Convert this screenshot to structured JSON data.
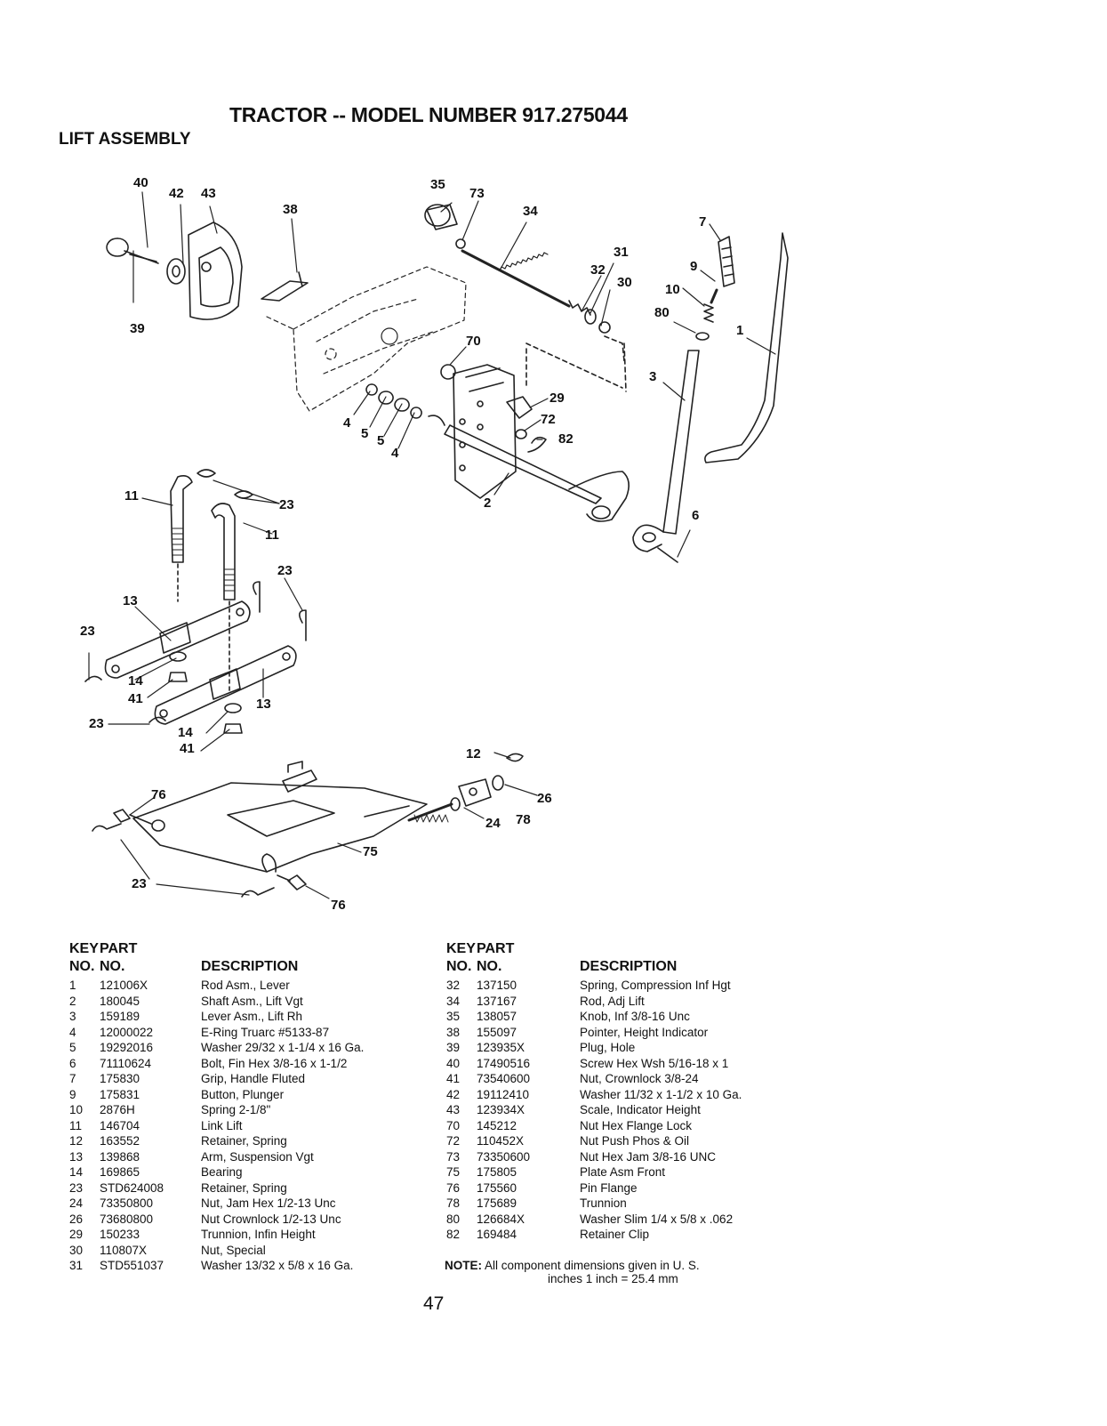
{
  "header": {
    "title": "TRACTOR -- MODEL NUMBER 917.275044",
    "section": "LIFT ASSEMBLY"
  },
  "callouts": {
    "c40": "40",
    "c42": "42",
    "c43": "43",
    "c38": "38",
    "c39": "39",
    "c35": "35",
    "c73": "73",
    "c34": "34",
    "c31": "31",
    "c32": "32",
    "c30": "30",
    "c7": "7",
    "c9": "9",
    "c10": "10",
    "c80": "80",
    "c1": "1",
    "c3": "3",
    "c70": "70",
    "c29": "29",
    "c72": "72",
    "c82": "82",
    "c4a": "4",
    "c5a": "5",
    "c5b": "5",
    "c4b": "4",
    "c2": "2",
    "c6": "6",
    "c11a": "11",
    "c23a": "23",
    "c11b": "11",
    "c23b": "23",
    "c13a": "13",
    "c23c": "23",
    "c14a": "14",
    "c41a": "41",
    "c13b": "13",
    "c23d": "23",
    "c14b": "14",
    "c41b": "41",
    "c12": "12",
    "c76a": "76",
    "c26": "26",
    "c24": "24",
    "c78": "78",
    "c75": "75",
    "c23e": "23",
    "c76b": "76"
  },
  "table": {
    "key_label": "KEY",
    "no_label": "NO.",
    "part_label": "PART",
    "desc_label": "DESCRIPTION",
    "left": [
      {
        "key": "1",
        "part": "121006X",
        "desc": "Rod Asm., Lever"
      },
      {
        "key": "2",
        "part": "180045",
        "desc": "Shaft Asm., Lift Vgt"
      },
      {
        "key": "3",
        "part": "159189",
        "desc": "Lever Asm., Lift Rh"
      },
      {
        "key": "4",
        "part": "12000022",
        "desc": "E-Ring Truarc #5133-87"
      },
      {
        "key": "5",
        "part": "19292016",
        "desc": "Washer 29/32 x 1-1/4 x 16 Ga."
      },
      {
        "key": "6",
        "part": "71110624",
        "desc": "Bolt, Fin Hex 3/8-16 x 1-1/2"
      },
      {
        "key": "7",
        "part": "175830",
        "desc": "Grip, Handle Fluted"
      },
      {
        "key": "9",
        "part": "175831",
        "desc": "Button, Plunger"
      },
      {
        "key": "10",
        "part": "2876H",
        "desc": "Spring 2-1/8\""
      },
      {
        "key": "11",
        "part": "146704",
        "desc": "Link Lift"
      },
      {
        "key": "12",
        "part": "163552",
        "desc": "Retainer, Spring"
      },
      {
        "key": "13",
        "part": "139868",
        "desc": "Arm, Suspension Vgt"
      },
      {
        "key": "14",
        "part": "169865",
        "desc": "Bearing"
      },
      {
        "key": "23",
        "part": "STD624008",
        "desc": "Retainer, Spring"
      },
      {
        "key": "24",
        "part": "73350800",
        "desc": "Nut, Jam Hex 1/2-13 Unc"
      },
      {
        "key": "26",
        "part": "73680800",
        "desc": "Nut Crownlock 1/2-13 Unc"
      },
      {
        "key": "29",
        "part": "150233",
        "desc": "Trunnion, Infin Height"
      },
      {
        "key": "30",
        "part": "110807X",
        "desc": "Nut, Special"
      },
      {
        "key": "31",
        "part": "STD551037",
        "desc": "Washer 13/32 x 5/8 x 16 Ga."
      }
    ],
    "right": [
      {
        "key": "32",
        "part": "137150",
        "desc": "Spring, Compression Inf Hgt"
      },
      {
        "key": "34",
        "part": "137167",
        "desc": "Rod, Adj Lift"
      },
      {
        "key": "35",
        "part": "138057",
        "desc": "Knob, Inf 3/8-16 Unc"
      },
      {
        "key": "38",
        "part": "155097",
        "desc": "Pointer, Height Indicator"
      },
      {
        "key": "39",
        "part": "123935X",
        "desc": "Plug, Hole"
      },
      {
        "key": "40",
        "part": "17490516",
        "desc": "Screw Hex Wsh 5/16-18 x 1"
      },
      {
        "key": "41",
        "part": "73540600",
        "desc": "Nut, Crownlock 3/8-24"
      },
      {
        "key": "42",
        "part": "19112410",
        "desc": "Washer 11/32 x 1-1/2 x 10 Ga."
      },
      {
        "key": "43",
        "part": "123934X",
        "desc": "Scale, Indicator Height"
      },
      {
        "key": "70",
        "part": "145212",
        "desc": "Nut Hex Flange Lock"
      },
      {
        "key": "72",
        "part": "110452X",
        "desc": "Nut Push Phos & Oil"
      },
      {
        "key": "73",
        "part": "73350600",
        "desc": "Nut Hex Jam 3/8-16 UNC"
      },
      {
        "key": "75",
        "part": "175805",
        "desc": "Plate Asm Front"
      },
      {
        "key": "76",
        "part": "175560",
        "desc": "Pin Flange"
      },
      {
        "key": "78",
        "part": "175689",
        "desc": "Trunnion"
      },
      {
        "key": "80",
        "part": "126684X",
        "desc": "Washer Slim 1/4 x 5/8 x .062"
      },
      {
        "key": "82",
        "part": "169484",
        "desc": "Retainer Clip"
      }
    ]
  },
  "note": {
    "label": "NOTE:",
    "line1": "All component dimensions given in U. S.",
    "line2": "inches 1 inch = 25.4 mm"
  },
  "page_number": "47"
}
